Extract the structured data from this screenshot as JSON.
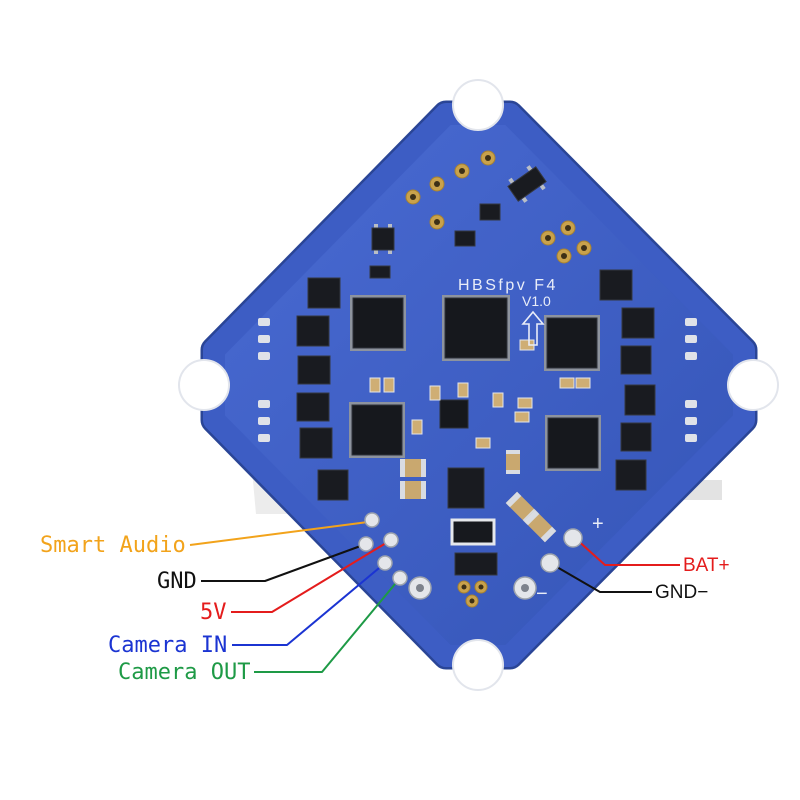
{
  "board": {
    "model_text": "HBSfpv F4",
    "version_text": "V1.0",
    "plus_mark": "+",
    "minus_mark": "−"
  },
  "pinout_left": [
    {
      "label": "Smart Audio",
      "color": "#f2a31b"
    },
    {
      "label": "GND",
      "color": "#111111"
    },
    {
      "label": "5V",
      "color": "#e41c1c"
    },
    {
      "label": "Camera IN",
      "color": "#1b34d2"
    },
    {
      "label": "Camera OUT",
      "color": "#1e9a46"
    }
  ],
  "pinout_right": [
    {
      "label": "BAT+",
      "color": "#e41c1c"
    },
    {
      "label": "GND−",
      "color": "#111111"
    }
  ]
}
